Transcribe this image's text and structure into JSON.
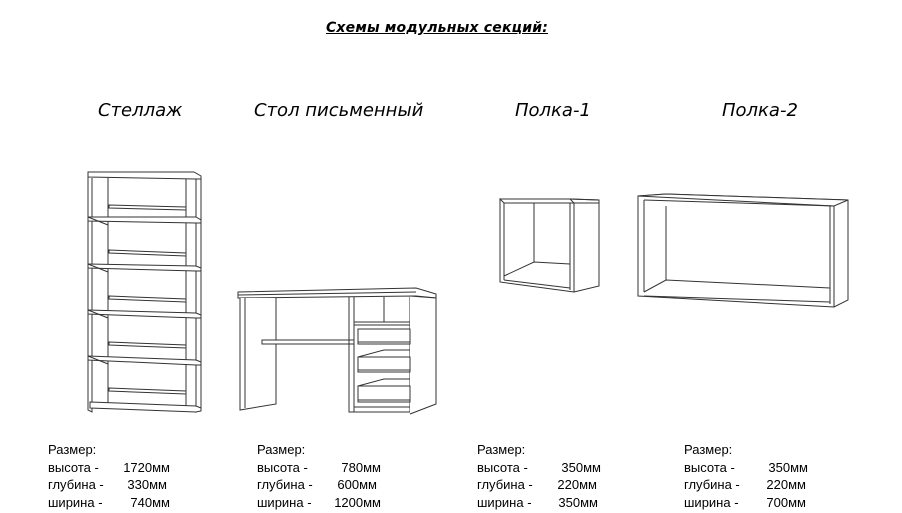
{
  "title": "Схемы модульных секций:",
  "modules": [
    {
      "name": "Стеллаж",
      "drawing_icon": "bookcase-drawing",
      "specs_header": "Размер:",
      "specs": [
        {
          "label": "высота -",
          "value": "1720мм"
        },
        {
          "label": "глубина -",
          "value": "330мм"
        },
        {
          "label": "ширина -",
          "value": "740мм"
        }
      ]
    },
    {
      "name": "Стол письменный",
      "drawing_icon": "writing-desk-drawing",
      "specs_header": "Размер:",
      "specs": [
        {
          "label": "высота -",
          "value": "780мм"
        },
        {
          "label": "глубина -",
          "value": "600мм"
        },
        {
          "label": "ширина -",
          "value": "1200мм"
        }
      ]
    },
    {
      "name": "Полка-1",
      "drawing_icon": "shelf-1-drawing",
      "specs_header": "Размер:",
      "specs": [
        {
          "label": "высота -",
          "value": "350мм"
        },
        {
          "label": "глубина -",
          "value": "220мм"
        },
        {
          "label": "ширина -",
          "value": "350мм"
        }
      ]
    },
    {
      "name": "Полка-2",
      "drawing_icon": "shelf-2-drawing",
      "specs_header": "Размер:",
      "specs": [
        {
          "label": "высота -",
          "value": "350мм"
        },
        {
          "label": "глубина -",
          "value": "220мм"
        },
        {
          "label": "ширина -",
          "value": "700мм"
        }
      ]
    }
  ]
}
